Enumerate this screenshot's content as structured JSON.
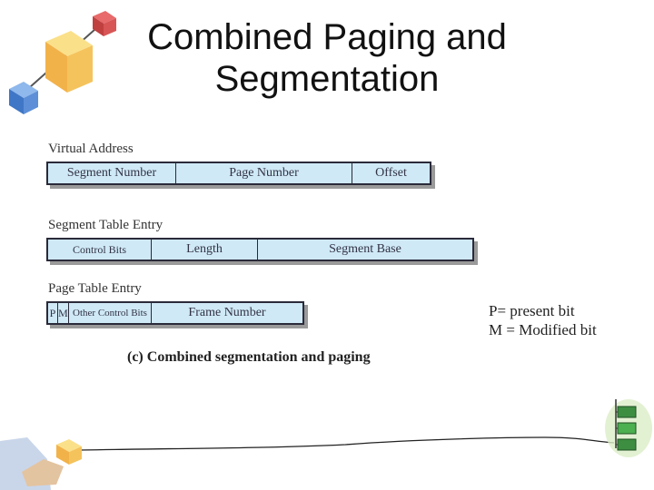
{
  "slide": {
    "title_line1": "Combined Paging and",
    "title_line2": "Segmentation"
  },
  "diagram": {
    "virtual_address": {
      "label": "Virtual Address",
      "fields": [
        "Segment Number",
        "Page Number",
        "Offset"
      ]
    },
    "segment_table_entry": {
      "label": "Segment Table Entry",
      "fields": [
        "Control Bits",
        "Length",
        "Segment Base"
      ]
    },
    "page_table_entry": {
      "label": "Page Table Entry",
      "fields": [
        "P",
        "M",
        "Other Control Bits",
        "Frame Number"
      ]
    },
    "caption": "(c) Combined segmentation and paging"
  },
  "legend": {
    "line1": "P= present bit",
    "line2": "M = Modified bit"
  },
  "colors": {
    "field_fill": "#cfe9f7",
    "border": "#2a2a3a"
  },
  "icons": [
    "cube-molecule-icon",
    "hand-holding-cube-icon",
    "server-stack-icon"
  ]
}
